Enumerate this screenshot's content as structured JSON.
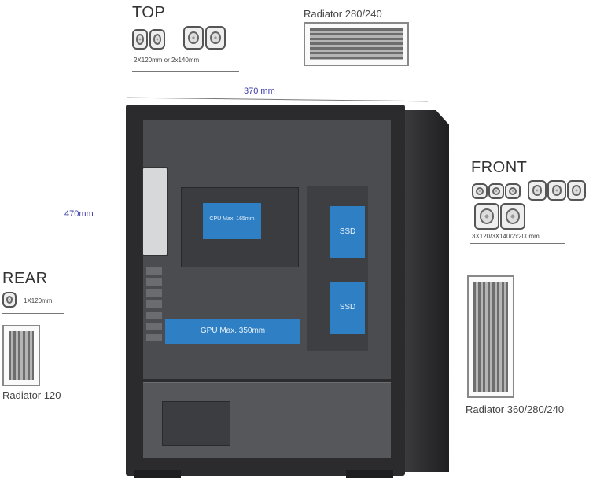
{
  "top": {
    "heading": "TOP",
    "fan_spec": "2X120mm or 2x140mm",
    "radiator": "Radiator 280/240"
  },
  "front": {
    "heading": "FRONT",
    "fan_spec": "3X120/3X140/2x200mm",
    "radiator": "Radiator 360/280/240"
  },
  "rear": {
    "heading": "REAR",
    "fan_spec": "1X120mm",
    "radiator": "Radiator 120"
  },
  "dimensions": {
    "width": "370 mm",
    "height": "470mm"
  },
  "case_labels": {
    "cpu_cooler": "CPU Max. 165mm",
    "gpu_length": "GPU Max. 350mm",
    "ssd_1": "SSD",
    "ssd_2": "SSD"
  },
  "colors": {
    "highlight": "#2f7fc4",
    "dimension_text": "#3a3aa8",
    "case_body": "#2b2b2e"
  }
}
